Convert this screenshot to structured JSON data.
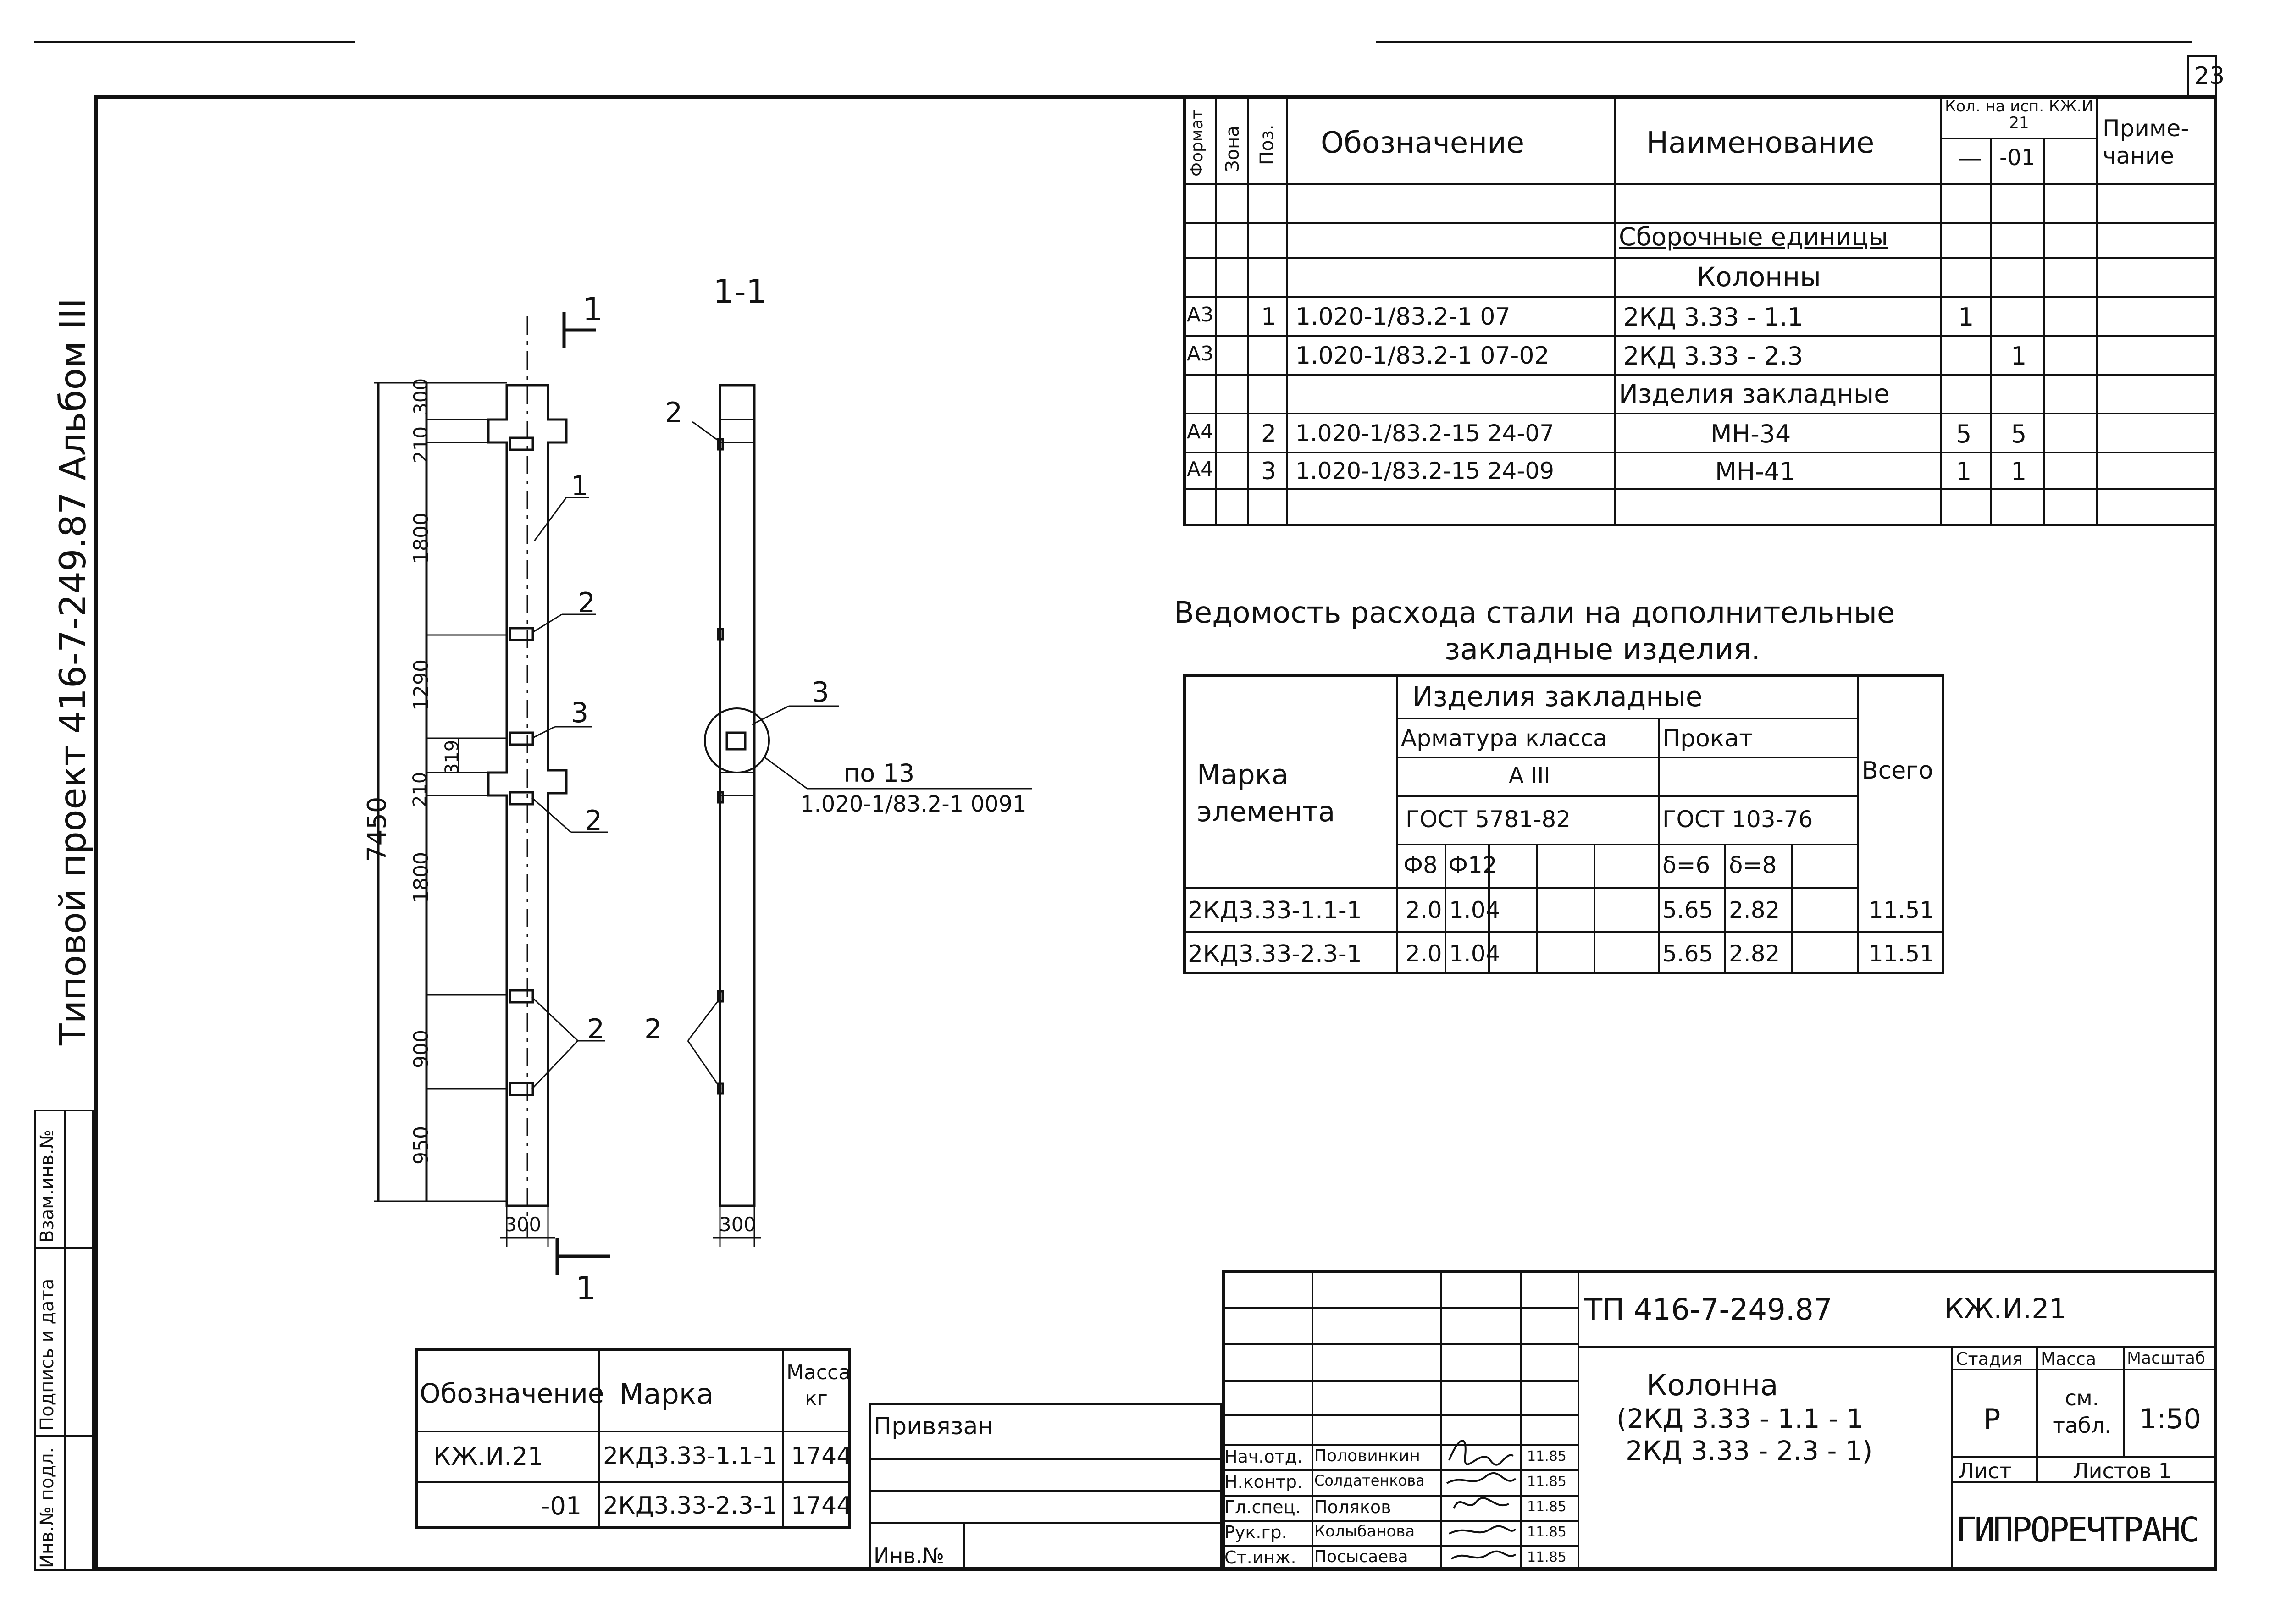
{
  "sheet_number": "23",
  "left_strip": {
    "project": "Типовой проект 416-7-249.87 Альбом III",
    "fields": [
      "Инв.№ подл.",
      "Подпись и дата",
      "Взам.инв.№"
    ]
  },
  "spec_table": {
    "headers": {
      "format": "Формат",
      "zone": "Зона",
      "pos": "Поз.",
      "designation": "Обозначение",
      "name": "Наименование",
      "qty": "Кол. на исп. КЖ.И 21",
      "qty_cols": [
        "—",
        "-01"
      ],
      "note": "Приме-чание"
    },
    "section_assembly": "Сборочные единицы",
    "section_columns": "Колонны",
    "section_embedded": "Изделия закладные",
    "rows": [
      {
        "format": "А3",
        "pos": "1",
        "designation": "1.020-1/83.2-1  07",
        "name": "2КД 3.33 - 1.1",
        "q1": "1",
        "q2": ""
      },
      {
        "format": "А3",
        "pos": "",
        "designation": "1.020-1/83.2-1  07-02",
        "name": "2КД 3.33 - 2.3",
        "q1": "",
        "q2": "1"
      },
      {
        "format": "А4",
        "pos": "2",
        "designation": "1.020-1/83.2-15  24-07",
        "name": "МН-34",
        "q1": "5",
        "q2": "5"
      },
      {
        "format": "А4",
        "pos": "3",
        "designation": "1.020-1/83.2-15  24-09",
        "name": "МН-41",
        "q1": "1",
        "q2": "1"
      }
    ]
  },
  "steel_title": {
    "line1": "Ведомость расхода стали на дополнительные",
    "line2": "закладные изделия."
  },
  "steel_table": {
    "mark_header": "Марка элемента",
    "group_header": "Изделия закладные",
    "rebar_header": "Арматура класса",
    "rebar_class": "А III",
    "rebar_gost": "ГОСТ 5781-82",
    "rolled_header": "Прокат",
    "rolled_gost": "ГОСТ 103-76",
    "total_header": "Всего",
    "sub_cols": [
      "Ф8",
      "Ф12",
      "δ=6",
      "δ=8"
    ],
    "rows": [
      {
        "mark": "2КД3.33-1.1-1",
        "f8": "2.0",
        "f12": "1.04",
        "d6": "5.65",
        "d8": "2.82",
        "total": "11.51"
      },
      {
        "mark": "2КД3.33-2.3-1",
        "f8": "2.0",
        "f12": "1.04",
        "d6": "5.65",
        "d8": "2.82",
        "total": "11.51"
      }
    ]
  },
  "drawing": {
    "section_label": "1-1",
    "cut_label": "1",
    "overall_dim": "7450",
    "dims": [
      "300",
      "210",
      "1800",
      "1290",
      "319",
      "210",
      "1800",
      "900",
      "950"
    ],
    "width_dim": "300",
    "callouts": [
      "1",
      "2",
      "3",
      "2",
      "2",
      "2",
      "2",
      "3"
    ],
    "ref_line1": "по 13",
    "ref_line2": "1.020-1/83.2-1 0091"
  },
  "mass_table": {
    "headers": [
      "Обозначение",
      "Марка",
      "Масса кг"
    ],
    "rows": [
      [
        "КЖ.И.21",
        "2КД3.33-1.1-1",
        "1744"
      ],
      [
        "-01",
        "2КД3.33-2.3-1",
        "1744"
      ]
    ]
  },
  "privyazan": "Привязан",
  "inv_no": "Инв.№",
  "title_block": {
    "code": "ТП 416-7-249.87",
    "doc": "КЖ.И.21",
    "object_name": "Колонна",
    "object_line2": "(2КД 3.33 - 1.1 - 1",
    "object_line3": "2КД 3.33 - 2.3 - 1)",
    "stage_label": "Стадия",
    "mass_label": "Масса",
    "scale_label": "Масштаб",
    "stage": "Р",
    "mass": "см. табл.",
    "scale": "1:50",
    "sheet_label": "Лист",
    "sheets_label": "Листов 1",
    "company": "ГИПРОРЕЧТРАНС",
    "staff": [
      {
        "role": "Нач.отд.",
        "name": "Половинкин",
        "date": "11.85"
      },
      {
        "role": "Н.контр.",
        "name": "Солдатенкова",
        "date": "11.85"
      },
      {
        "role": "Гл.спец.",
        "name": "Поляков",
        "date": "11.85"
      },
      {
        "role": "Рук.гр.",
        "name": "Колыбанова",
        "date": "11.85"
      },
      {
        "role": "Ст.инж.",
        "name": "Посысаева",
        "date": "11.85"
      }
    ]
  }
}
